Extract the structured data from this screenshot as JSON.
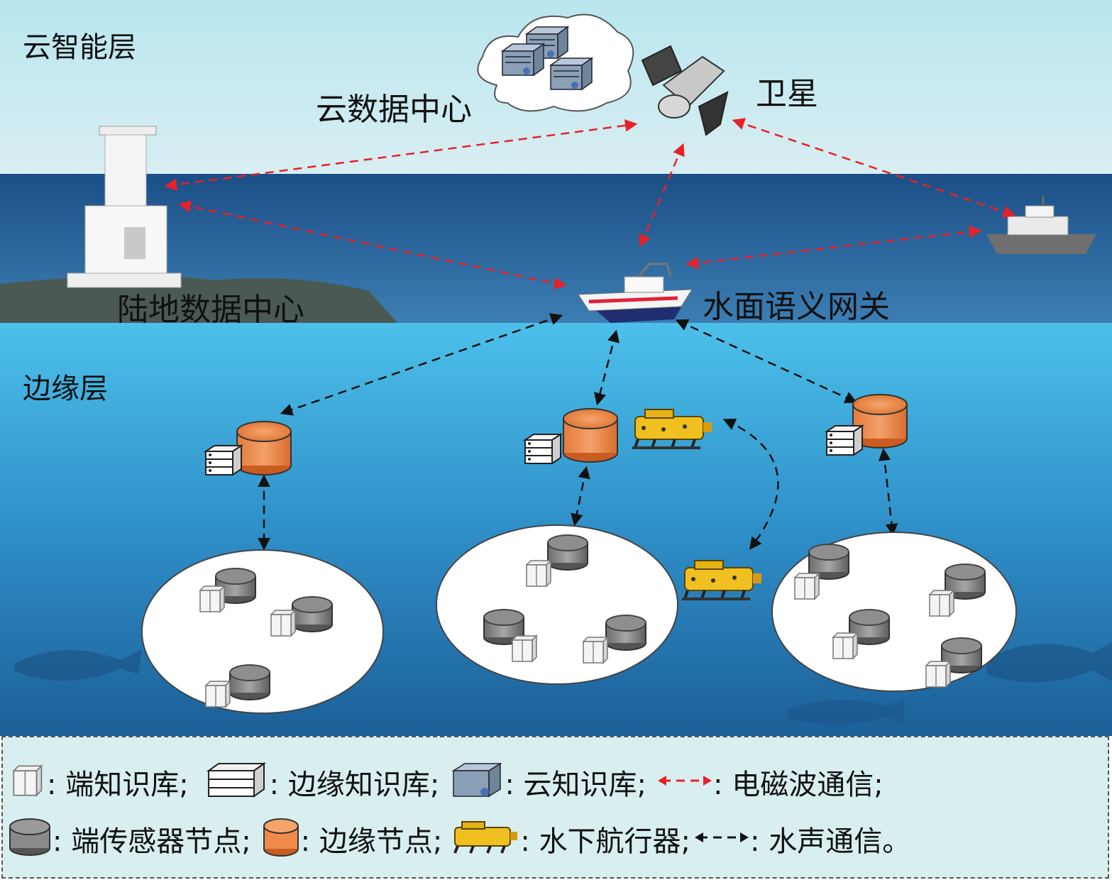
{
  "labels": {
    "cloud_layer": "云智能层",
    "edge_layer": "边缘层",
    "cloud_data_center": "云数据中心",
    "satellite": "卫星",
    "land_data_center": "陆地数据中心",
    "surface_gateway": "水面语义网关"
  },
  "legend": {
    "row1": {
      "end_kb": ": 端知识库;",
      "edge_kb": ": 边缘知识库;",
      "cloud_kb": ": 云知识库;",
      "em_comm": ": 电磁波通信;"
    },
    "row2": {
      "end_sensor": ": 端传感器节点;",
      "edge_node": ": 边缘节点;",
      "auv": ": 水下航行器;",
      "acoustic_comm": ": 水声通信。"
    }
  },
  "colors": {
    "em_arrow": "#e8202a",
    "acoustic_arrow": "#1a1a1a",
    "edge_node": "#f08a4b",
    "sensor_node": "#8a8a8a",
    "sky": "#9fd6e3",
    "sea_surface": "#1f5f9a",
    "underwater": "#3aa6d8"
  }
}
